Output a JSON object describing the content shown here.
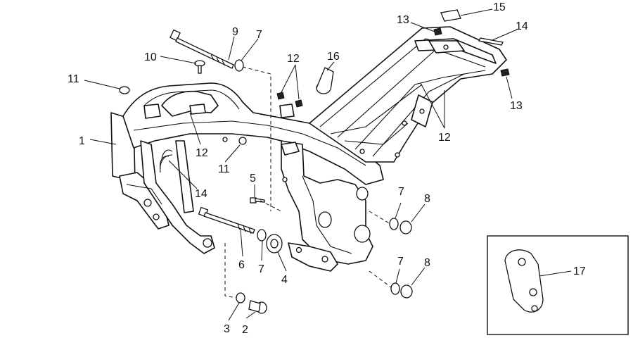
{
  "callouts": {
    "c1": "1",
    "c2": "2",
    "c3": "3",
    "c4": "4",
    "c5": "5",
    "c6": "6",
    "c7a": "7",
    "c7b": "7",
    "c7c": "7",
    "c7d": "7",
    "c8a": "8",
    "c8b": "8",
    "c9": "9",
    "c10": "10",
    "c11a": "11",
    "c11b": "11",
    "c12a": "12",
    "c12b": "12",
    "c12c": "12",
    "c13a": "13",
    "c13b": "13",
    "c14a": "14",
    "c14b": "14",
    "c15": "15",
    "c16": "16",
    "c17": "17"
  }
}
